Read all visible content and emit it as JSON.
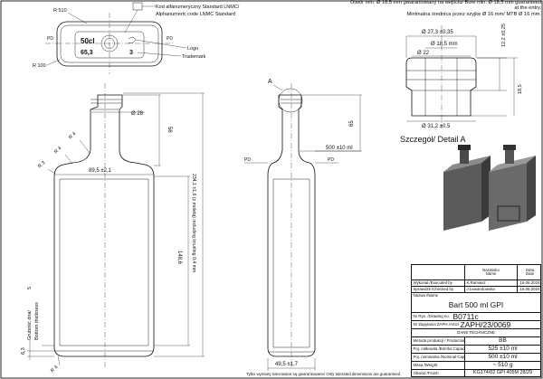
{
  "header_note": {
    "line1": "Otwór min. Ø 18,5 mm gwarantowany na wejściu/ Bore min. Ø 18,5 mm guaranteed at the entry.",
    "line2": "Minimalna średnica przez szyjkę Ø 16 mm/ MTB Ø 16 mm."
  },
  "top_view": {
    "radius_top": "R 510",
    "radius_side": "R 100",
    "code_pl": "Kod alfanumeryczny Standard LNMC/",
    "code_en": "Alphanumeric code LNMC Standard",
    "logo_label": "Logo",
    "trademark_label": "Trademark",
    "emboss_line1": "50cl",
    "emboss_line2": "65,3",
    "emboss_mark": "3",
    "pd_left": "PD",
    "pd_right": "PD"
  },
  "front_view": {
    "neck_dia": "Ø 28",
    "neck_height": "56",
    "r4_upper": "R 4",
    "r4_mid": "R 4",
    "r3": "R 3",
    "shoulder_width": "89,5 ±2,1",
    "height_inner": "148,6",
    "height_overall": "234,1 ±1,6  (z moletą) including knurling 0,4 mm",
    "base_bottom": "5",
    "base_height": "6,3",
    "r4_base": "R 4",
    "wall_pl": "Grubość dna/",
    "wall_en": "Bottom thickness"
  },
  "side_view": {
    "detail_letter": "A",
    "height_65": "65",
    "capacity_line": "500 ±10 ml",
    "depth": "49,5 ±1,7",
    "pd_left": "PD",
    "pd_right": "PD"
  },
  "detail": {
    "dia_top": "Ø 27,3 ±0,35",
    "dia_bore": "Ø 18,5 mm",
    "dia_ring": "Ø 22",
    "dia_bottom": "Ø 31,2 ±0,5",
    "h1": "12,2 ±0,25",
    "h2": "18,5",
    "caption": "Szczegół/ Detail A"
  },
  "title_block": {
    "col_name": "Nazwisko",
    "col_name_en": "Name",
    "col_date": "Data",
    "col_date_en": "Date",
    "row_exec_label": "Wykonał /Executed by",
    "row_exec_name": "K.Ramiasz",
    "row_exec_date": "16.06.2024",
    "row_check_label": "Sprawdził /Checked by",
    "row_check_name": "J.Lewandowska",
    "row_check_date": "16.06.2024",
    "name_label": "Nazwa /Name",
    "product_name": "Bart 500 ml GPI",
    "drawing_label": "Nr Rys. /Drawing no.",
    "drawing_no": "B0711c",
    "article_label": "Nr Zapytania ZAPH /Article code",
    "article_no": "ZAPH/23/0069",
    "tech_data": "DANE TECHNICZNE",
    "rows": [
      {
        "label": "Metoda produkcji / Production method",
        "value": "BB"
      },
      {
        "label": "Poj. całkowita /Brimful Capacity",
        "value": "525 ±10 ml"
      },
      {
        "label": "Poj. nominalna /Nominal Capacity",
        "value": "500 ±10 ml"
      },
      {
        "label": "Masa /Weight",
        "value": "~ 510 g"
      },
      {
        "label": "Obwód /Finish",
        "value": "KG174/02 GPI 405M 28/29"
      }
    ]
  },
  "footnote": "Tylko wymiary tolerowane są gwarantowane/ Only tolerated dimensions are guaranteed"
}
